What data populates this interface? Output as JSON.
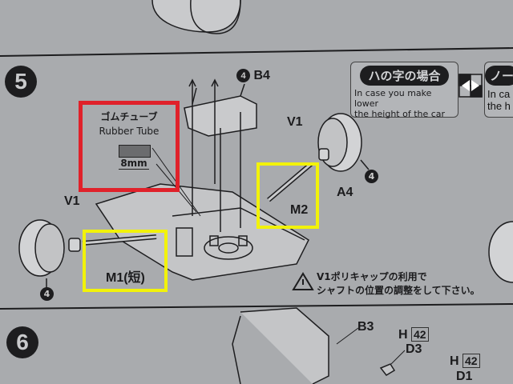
{
  "steps": {
    "step5": "5",
    "step6": "6"
  },
  "rubber_tube": {
    "jp": "ゴムチューブ",
    "en": "Rubber Tube",
    "length": "8mm"
  },
  "labels": {
    "b4_num": "4",
    "b4": "B4",
    "v1_right": "V1",
    "a4": "A4",
    "wheel_right_num": "4",
    "v1_left": "V1",
    "wheel_left_num": "4",
    "m1": "M1(短)",
    "m2": "M2",
    "b3": "B3",
    "h42_a": "H",
    "h42_a_num": "42",
    "d3": "D3",
    "h42_b": "H",
    "h42_b_num": "42",
    "d1": "D1"
  },
  "note_lower": {
    "title": "ハの字の場合",
    "line1": "In case you make lower",
    "line2": "the height of the car"
  },
  "note_next": {
    "title": "ノー",
    "line1": "In ca",
    "line2": "the h"
  },
  "warning": {
    "line1": "V1ポリキャップの利用で",
    "line2": "シャフトの位置の調整をして下さい。"
  },
  "colors": {
    "highlight_red": "#e0212a",
    "highlight_yellow": "#f2f20a"
  }
}
